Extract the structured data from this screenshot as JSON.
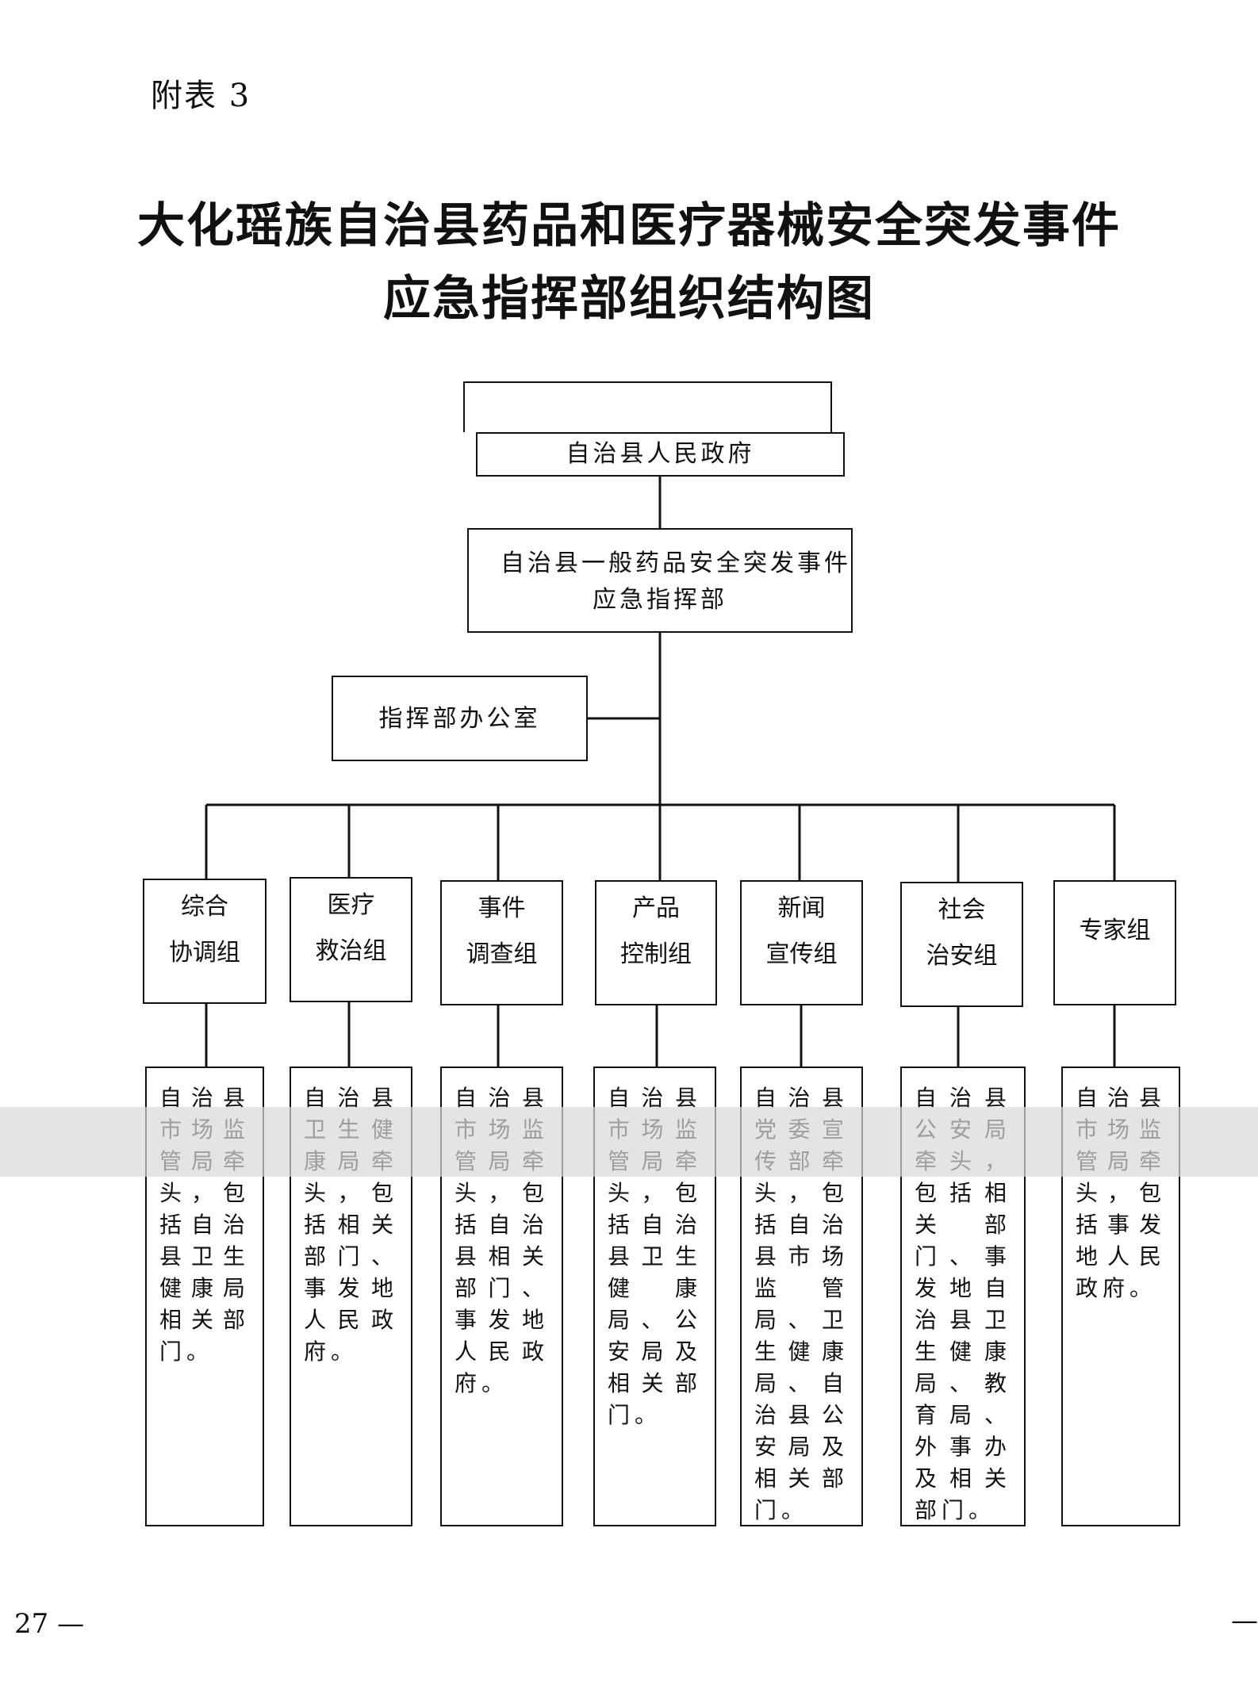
{
  "header": {
    "attachment": "附表 3"
  },
  "title": {
    "line1": "大化瑶族自治县药品和医疗器械安全突发事件",
    "line2": "应急指挥部组织结构图"
  },
  "nodes": {
    "government": "自治县人民政府",
    "command": {
      "line1": "自治县一般药品安全突发事件",
      "line2": "应急指挥部"
    },
    "office": "指挥部办公室"
  },
  "groups": [
    {
      "line1": "综合",
      "line2": "协调组",
      "detail": "自治县市场监管局牵头，包括自治县卫生健康局相关部门。"
    },
    {
      "line1": "医疗",
      "line2": "救治组",
      "detail": "自治县卫生健康局牵头，包括相关部门、事发地人民政府。"
    },
    {
      "line1": "事件",
      "line2": "调查组",
      "detail": "自治县市场监管局牵头，包括自治县相关部门、事发地人民政府。"
    },
    {
      "line1": "产品",
      "line2": "控制组",
      "detail": "自治县市场监管局牵头，包括自治县卫生健康局、公安局及相关部门。"
    },
    {
      "line1": "新闻",
      "line2": "宣传组",
      "detail": "自治县党委宣传部牵头，包括自治县市场监管局、卫生健康局、自治县公安局及相关部门。"
    },
    {
      "line1": "社会",
      "line2": "治安组",
      "detail": "自治县公安局牵头，包括相关部门、事发地自治县卫生健康局、教育局、外事办及相关部门。"
    },
    {
      "line1": "",
      "line2": "专家组",
      "detail": "自治县市场监管局牵头，包括事发地人民政府。"
    }
  ],
  "footer": {
    "page_number": "27 —",
    "right_mark": "—"
  }
}
